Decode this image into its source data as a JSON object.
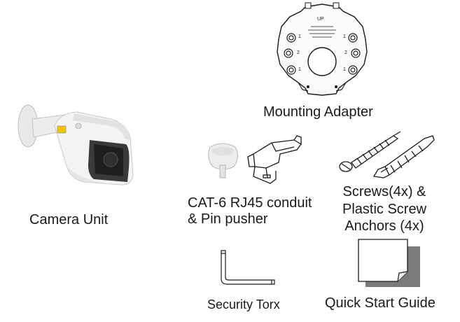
{
  "items": {
    "mounting_adapter": {
      "label": "Mounting Adapter",
      "markings": [
        "UP",
        "1",
        "2",
        "1",
        "1",
        "2",
        "1"
      ]
    },
    "camera_unit": {
      "label": "Camera Unit"
    },
    "conduit": {
      "label_line1": "CAT-6 RJ45 conduit",
      "label_line2": "& Pin pusher"
    },
    "screws": {
      "label_line1": "Screws(4x) &",
      "label_line2": "Plastic Screw",
      "label_line3": "Anchors (4x)"
    },
    "security_torx": {
      "label": "Security Torx"
    },
    "quick_start_guide": {
      "label": "Quick Start Guide"
    }
  },
  "colors": {
    "line": "#1a1a1a",
    "camera_body": "#f2f2f2",
    "camera_shadow": "#c9c9c9",
    "guide_shadow": "#7a7a7a",
    "lens": "#2b2b2b"
  }
}
